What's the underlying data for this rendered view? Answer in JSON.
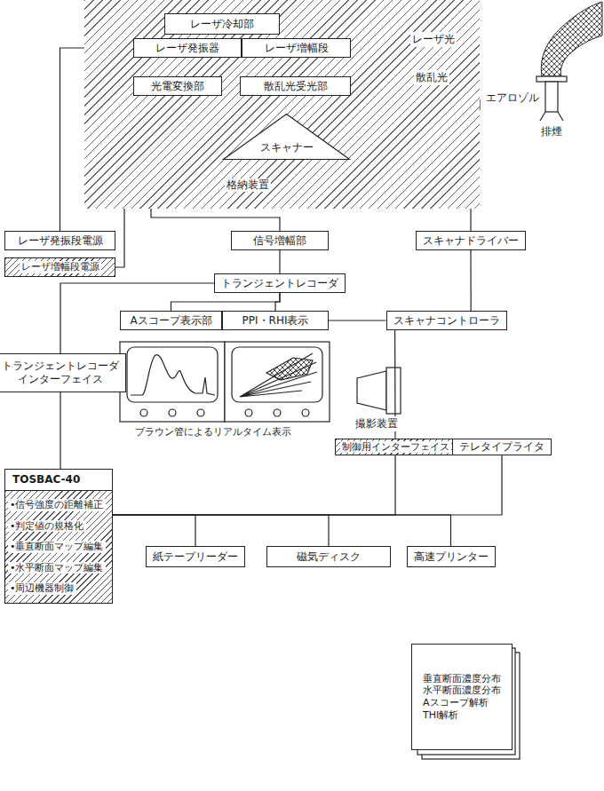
{
  "diagram": {
    "nodes": [
      {
        "text": [
          "格納装置"
        ]
      },
      {
        "text": [
          "レーザ冷却部"
        ],
        "in": 0
      },
      {
        "text": [
          "レーザ発振器"
        ],
        "in": 0
      },
      {
        "text": [
          "レーザ増幅段"
        ],
        "in": 0
      },
      {
        "text": [
          "光電変換部"
        ],
        "in": 0
      },
      {
        "text": [
          "散乱光受光部"
        ],
        "in": 0
      },
      {
        "text": [
          "スキャナー"
        ],
        "in": 0
      },
      {
        "text": [
          "レーザ発振段電源"
        ]
      },
      {
        "text": [
          "レーザ増幅段電源"
        ]
      },
      {
        "text": [
          "信号増幅部"
        ]
      },
      {
        "text": [
          "スキャナドライバー"
        ]
      },
      {
        "text": [
          "トランジェントレコーダ"
        ]
      },
      {
        "text": [
          "Aスコープ表示部"
        ]
      },
      {
        "text": [
          "PPI・RHI表示"
        ]
      },
      {
        "text": [
          "スキャナコントローラ"
        ]
      },
      {
        "text": [
          "トランジェントレコーダ インターフェイス"
        ]
      },
      {
        "text": [
          "制御用インターフェイス"
        ]
      },
      {
        "text": [
          "テレタイプライタ"
        ]
      },
      {
        "text": [
          "TOSBAC-40",
          "•信号強度の距離補正",
          "•判定値の規格化",
          "•垂直断面マップ編集",
          "•水平断面マップ編集",
          "•周辺機器制御"
        ]
      },
      {
        "text": [
          "紙テープリーダー"
        ]
      },
      {
        "text": [
          "磁気ディスク"
        ]
      },
      {
        "text": [
          "高速プリンター"
        ]
      },
      {
        "text": [
          "垂直断面濃度分布",
          "水平断面濃度分布",
          "Aスコープ解析",
          "THI解析"
        ]
      }
    ],
    "edges": [
      {
        "from": 1,
        "to": 2,
        "arrow": "none"
      },
      {
        "from": 7,
        "to": 2,
        "arrow": "none"
      },
      {
        "from": 8,
        "to": 3,
        "arrow": "none"
      },
      {
        "from": 5,
        "to": 4,
        "arrow": "to"
      },
      {
        "from": 4,
        "to": 9,
        "arrow": "none"
      },
      {
        "from": 6,
        "to": 10,
        "arrow": "none"
      },
      {
        "from": 9,
        "to": 11,
        "arrow": "none"
      },
      {
        "from": 11,
        "to": 12,
        "arrow": "none"
      },
      {
        "from": 11,
        "to": 13,
        "arrow": "none"
      },
      {
        "from": 11,
        "to": 15,
        "arrow": "none"
      },
      {
        "from": 10,
        "to": 14,
        "arrow": "none"
      },
      {
        "from": 13,
        "to": 14,
        "arrow": "none"
      },
      {
        "from": 14,
        "to": 16,
        "arrow": "none"
      },
      {
        "from": 15,
        "to": 18,
        "arrow": "none"
      },
      {
        "from": 18,
        "to": 19,
        "arrow": "none"
      },
      {
        "from": 18,
        "to": 20,
        "arrow": "none"
      },
      {
        "from": 18,
        "to": 21,
        "arrow": "none"
      },
      {
        "from": 18,
        "to": 16,
        "arrow": "none"
      },
      {
        "from": 18,
        "to": 17,
        "arrow": "none"
      }
    ],
    "labels": [
      "レーザ光",
      "散乱光",
      "エアロゾル",
      "排煙",
      "ブラウン管によるリアルタイム表示",
      "撮影装置"
    ]
  }
}
